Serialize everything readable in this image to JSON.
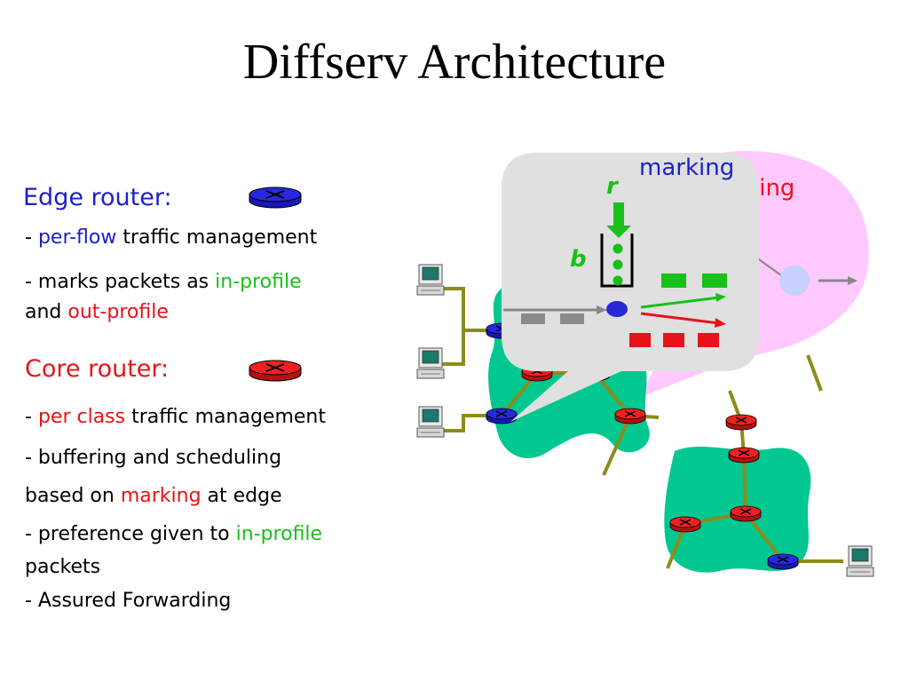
{
  "slide": {
    "title": "Diffserv Architecture"
  },
  "edge": {
    "heading": "Edge router:",
    "line1_dash": "-",
    "line1_highlight": "per-flow",
    "line1_rest": "traffic management",
    "line2_start": "- marks packets as",
    "line2_highlight": "in-profile",
    "line3_start": "and",
    "line3_highlight": "out-profile"
  },
  "core": {
    "heading": "Core router:",
    "line1_dash": "-",
    "line1_highlight": "per class",
    "line1_rest": "traffic management",
    "line2": "- buffering and scheduling",
    "line3_start": "based on",
    "line3_highlight": "marking",
    "line3_rest": "at edge",
    "line4_start": "- preference given to",
    "line4_highlight": "in-profile",
    "line5": "packets",
    "line6": "- Assured Forwarding"
  },
  "diagram": {
    "marking_label": "marking",
    "scheduling_label_visible": "ling",
    "r_label": "r",
    "b_label": "b",
    "icons": [
      "computer-icon",
      "edge-router-icon",
      "core-router-icon"
    ],
    "colors": {
      "edge_router": "#2020d8",
      "core_router": "#e81818",
      "network_cloud": "#00c890",
      "callout_gray": "#e0e0e0",
      "callout_pink": "#ffc8ff",
      "link": "#8c8c1c",
      "in_profile": "#18c018",
      "out_profile": "#e81818"
    }
  }
}
